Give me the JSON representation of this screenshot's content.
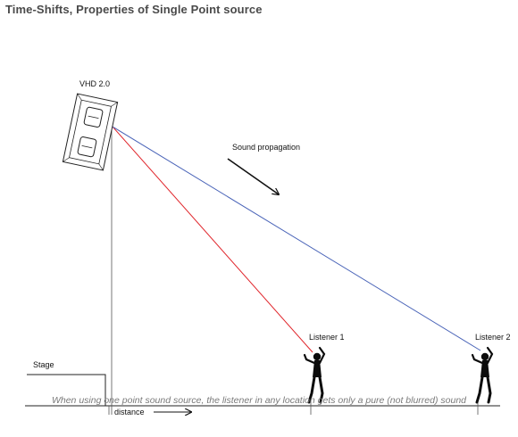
{
  "title": "Time-Shifts, Properties of Single Point source",
  "labels": {
    "speaker": "VHD 2.0",
    "sound_propagation": "Sound propagation",
    "listener_1": "Listener 1",
    "listener_2": "Listener 2",
    "stage": "Stage",
    "distance": "distance"
  },
  "caption": "When using one point sound source, the listener in any location gets only a pure (not blurred) sound",
  "colors": {
    "title": "#4a4a4a",
    "line_listener_1": "#e0242a",
    "line_listener_2": "#4a64b8",
    "caption": "#7a7a7a"
  },
  "icons": [
    "loudspeaker-icon",
    "listener-silhouette-icon",
    "arrow-icon"
  ]
}
